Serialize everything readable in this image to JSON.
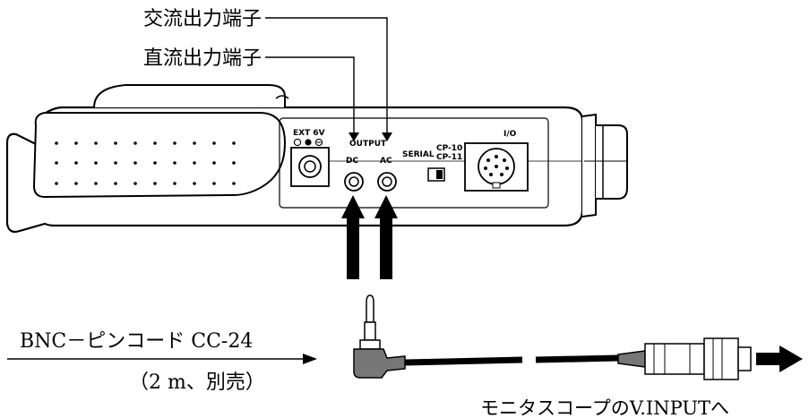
{
  "callouts": {
    "ac_output_terminal": "交流出力端子",
    "dc_output_terminal": "直流出力端子"
  },
  "device_panel": {
    "ext_power": "EXT 6V",
    "output": "OUTPUT",
    "dc": "DC",
    "ac": "AC",
    "serial": "SERIAL",
    "cp10": "CP-10",
    "cp11": "CP-11",
    "io": "I/O"
  },
  "cable": {
    "name": "BNC－ピンコード CC-24",
    "note": "（2 m、別売）",
    "destination": "モニタスコープのV.INPUTへ"
  }
}
